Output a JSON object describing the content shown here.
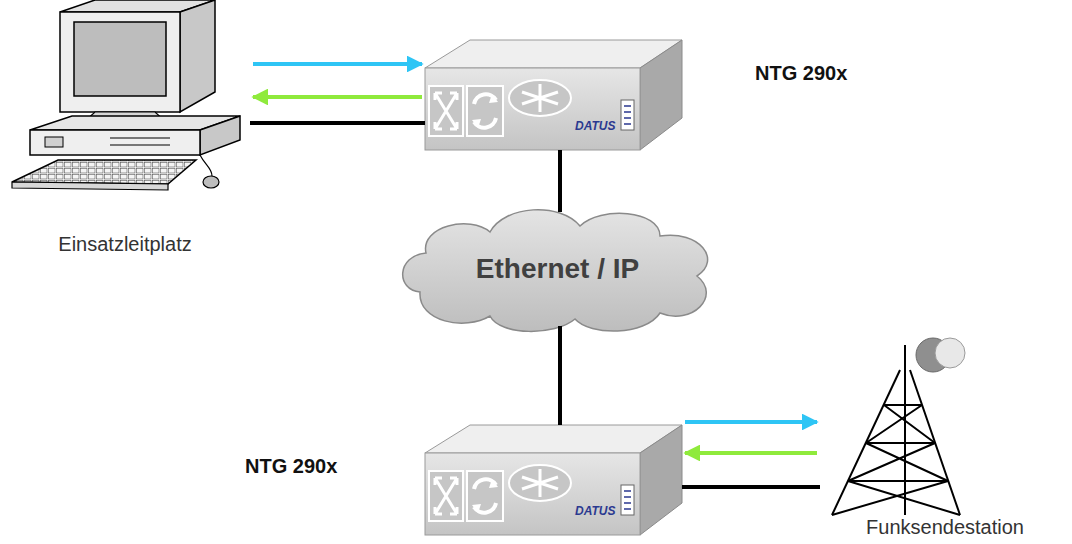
{
  "diagram": {
    "nodes": [
      {
        "text": [
          "Einsatzleitplatz"
        ]
      },
      {
        "text": [
          "NTG 290x",
          "DATUS"
        ]
      },
      {
        "text": [
          "Ethernet / IP"
        ]
      },
      {
        "text": [
          "NTG 290x",
          "DATUS"
        ]
      },
      {
        "text": [
          "Funksendestation"
        ]
      }
    ],
    "edges": [
      {
        "from": 0,
        "to": 1,
        "arrow": "none"
      },
      {
        "from": 1,
        "to": 2,
        "arrow": "none"
      },
      {
        "from": 2,
        "to": 3,
        "arrow": "none"
      },
      {
        "from": 3,
        "to": 4,
        "arrow": "none"
      },
      {
        "from": 0,
        "to": 1,
        "arrow": "to"
      },
      {
        "from": 1,
        "to": 0,
        "arrow": "to"
      },
      {
        "from": 3,
        "to": 4,
        "arrow": "to"
      },
      {
        "from": 4,
        "to": 3,
        "arrow": "to"
      }
    ]
  }
}
